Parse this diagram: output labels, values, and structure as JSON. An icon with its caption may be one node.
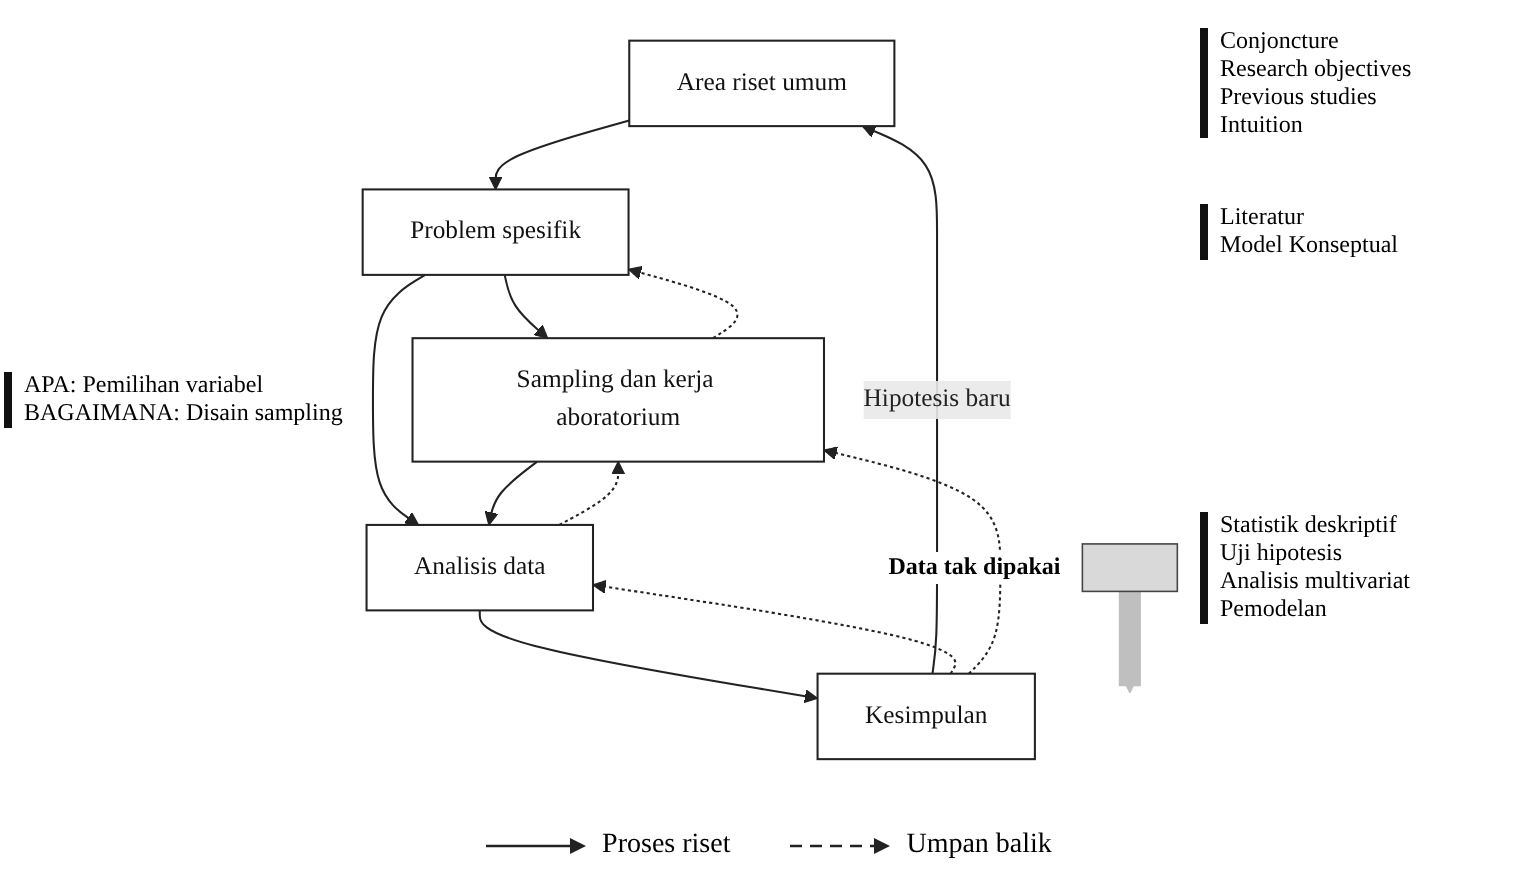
{
  "diagram": {
    "nodes": [
      {
        "text": [
          "Area riset umum"
        ],
        "beside": [
          "Conjoncture",
          "Research objectives",
          "Previous studies",
          "Intuition"
        ]
      },
      {
        "text": [
          "Problem spesifik"
        ],
        "beside": [
          "Literatur",
          "Model Konseptual"
        ]
      },
      {
        "text": [
          "Sampling dan kerja aboratorium"
        ],
        "beside": [
          "APA: Pemilihan variabel",
          "BAGAIMANA: Disain sampling"
        ]
      },
      {
        "text": [
          "Analisis data"
        ],
        "beside": [
          "Statistik deskriptif",
          "Uji hipotesis",
          "Analisis multivariat",
          "Pemodelan"
        ]
      },
      {
        "text": [
          "Kesimpulan"
        ]
      },
      {
        "text": [],
        "shape": "bar",
        "beside": [
          "Data tak dipakai"
        ]
      }
    ],
    "edges": [
      {
        "from": 4,
        "to": 0,
        "arrow": "to",
        "label": "Hipotesis baru"
      },
      {
        "from": 0,
        "to": 1,
        "arrow": "to"
      },
      {
        "from": 1,
        "to": 2,
        "arrow": "to"
      },
      {
        "from": 2,
        "to": 1,
        "arrow": "to",
        "style": "dashed"
      },
      {
        "from": 1,
        "to": 3,
        "arrow": "to"
      },
      {
        "from": 2,
        "to": 3,
        "arrow": "to"
      },
      {
        "from": 3,
        "to": 2,
        "arrow": "to",
        "style": "dashed"
      },
      {
        "from": 3,
        "to": 4,
        "arrow": "to"
      },
      {
        "from": 4,
        "to": 3,
        "arrow": "to",
        "style": "dashed"
      },
      {
        "from": 4,
        "to": 2,
        "arrow": "to",
        "style": "dashed"
      },
      {
        "from": 5,
        "to": null,
        "arrow": "to",
        "style": "thick",
        "color": "#bfbfbf"
      }
    ],
    "legend": [
      {
        "text": "Proses riset"
      },
      {
        "text": "Umpan balik"
      }
    ]
  }
}
